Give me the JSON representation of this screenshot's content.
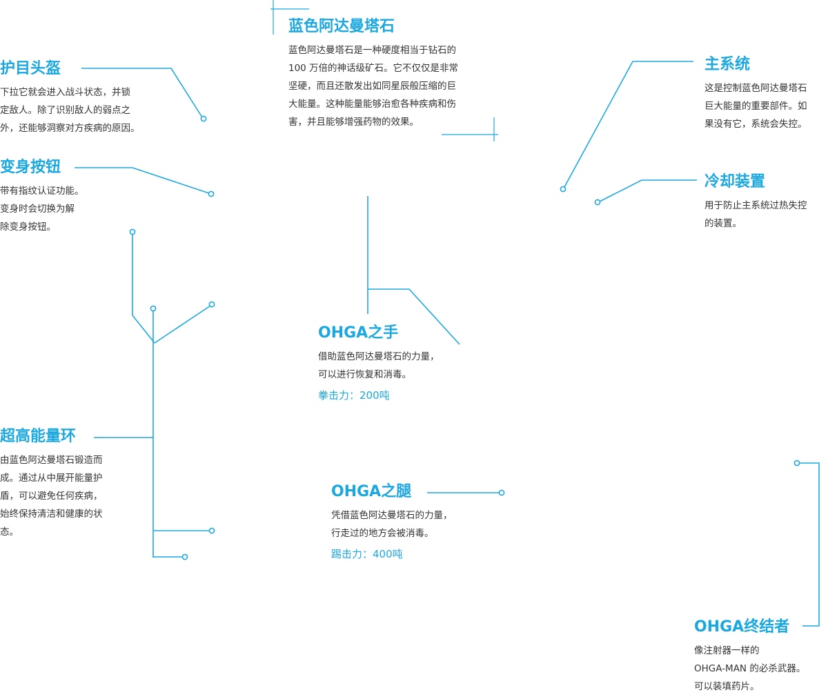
{
  "accent_color": "#1ba8e0",
  "text_color": "#333333",
  "helmet": {
    "title": "护目头盔",
    "lines": [
      "下拉它就会进入战斗状态，并锁",
      "定敌人。除了识别敌人的弱点之",
      "外，还能够洞察对方疾病的原因。"
    ]
  },
  "transform_button": {
    "title": "变身按钮",
    "lines": [
      "带有指纹认证功能。",
      "变身时会切换为解",
      "除变身按钮。"
    ]
  },
  "energy_ring": {
    "title": "超高能量环",
    "lines": [
      "由蓝色阿达曼塔石锻造而",
      "成。通过从中展开能量护",
      "盾，可以避免任何疾病，",
      "始终保持清洁和健康的状",
      "态。"
    ]
  },
  "adamantite": {
    "title": "蓝色阿达曼塔石",
    "lines": [
      "蓝色阿达曼塔石是一种硬度相当于钻石的",
      "100 万倍的神话级矿石。它不仅仅是非常",
      "坚硬，而且还散发出如同星辰般压缩的巨",
      "大能量。这种能量能够治愈各种疾病和伤",
      "害，并且能够增强药物的效果。"
    ]
  },
  "hand": {
    "title": "OHGA之手",
    "lines": [
      "借助蓝色阿达曼塔石的力量，",
      "可以进行恢复和消毒。"
    ],
    "stat": "拳击力：200吨"
  },
  "leg": {
    "title": "OHGA之腿",
    "lines": [
      "凭借蓝色阿达曼塔石的力量，",
      "行走过的地方会被消毒。"
    ],
    "stat": "踢击力：400吨"
  },
  "main_system": {
    "title": "主系统",
    "lines": [
      "这是控制蓝色阿达曼塔石",
      "巨大能量的重要部件。如",
      "果没有它，系统会失控。"
    ]
  },
  "cooling": {
    "title": "冷却装置",
    "lines": [
      "用于防止主系统过热失控",
      "的装置。"
    ]
  },
  "terminator": {
    "title": "OHGA终结者",
    "lines": [
      "像注射器一样的",
      "OHGA-MAN 的必杀武器。",
      "可以装填药片。"
    ]
  }
}
